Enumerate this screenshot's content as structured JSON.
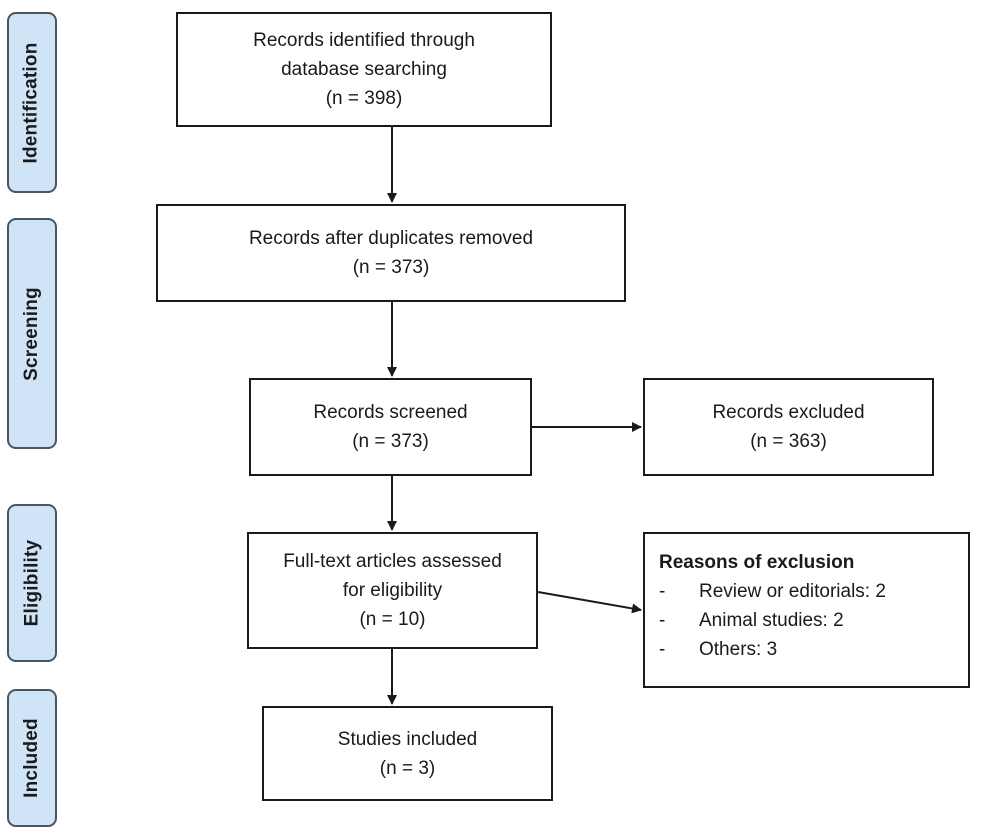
{
  "phases": {
    "identification": "Identification",
    "screening": "Screening",
    "eligibility": "Eligibility",
    "included": "Included"
  },
  "boxes": {
    "identified": {
      "line1": "Records identified through",
      "line2": "database searching",
      "count": "(n = 398)"
    },
    "duplicates_removed": {
      "line1": "Records after duplicates removed",
      "count": "(n = 373)"
    },
    "screened": {
      "line1": "Records screened",
      "count": "(n = 373)"
    },
    "excluded": {
      "line1": "Records excluded",
      "count": "(n = 363)"
    },
    "full_text": {
      "line1": "Full-text articles assessed",
      "line2": "for eligibility",
      "count": "(n = 10)"
    },
    "included": {
      "line1": "Studies included",
      "count": "(n = 3)"
    }
  },
  "exclusion_reasons": {
    "title": "Reasons of exclusion",
    "items": [
      {
        "bullet": "-",
        "text": "Review or editorials: 2"
      },
      {
        "bullet": "-",
        "text": "Animal studies: 2"
      },
      {
        "bullet": "-",
        "text": "Others: 3"
      }
    ]
  }
}
